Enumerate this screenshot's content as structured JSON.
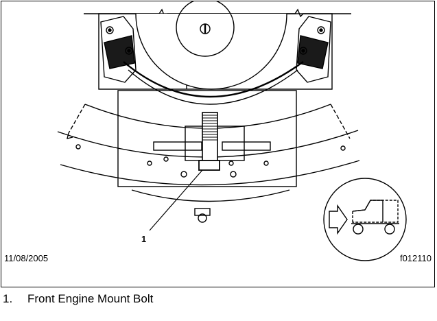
{
  "figure": {
    "date": "11/08/2005",
    "figure_id": "f012110",
    "callouts": [
      {
        "number": "1"
      }
    ]
  },
  "legend": [
    {
      "number": "1.",
      "label": "Front Engine Mount Bolt"
    }
  ],
  "icons": {
    "orientation": "truck-front-direction-icon"
  }
}
